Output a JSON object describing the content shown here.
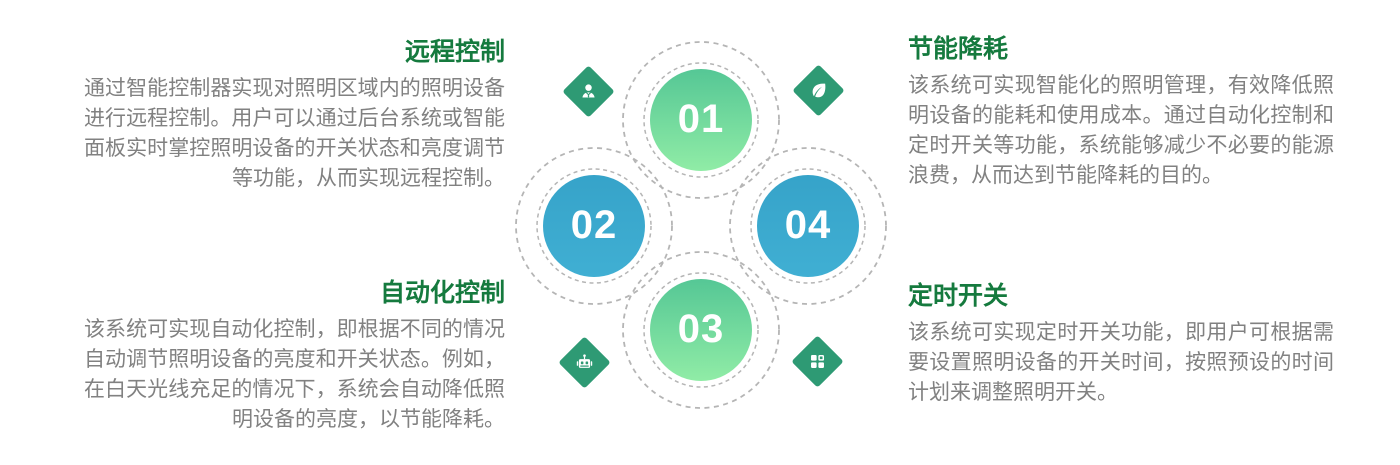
{
  "sections": [
    {
      "id": "remote-control",
      "title": "远程控制",
      "body": "通过智能控制器实现对照明区域内的照明设备进行远程控制。用户可以通过后台系统或智能面板实时掌控照明设备的开关状态和亮度调节等功能，从而实现远程控制。",
      "align": "right",
      "placement": "top-left"
    },
    {
      "id": "auto-control",
      "title": "自动化控制",
      "body": "该系统可实现自动化控制，即根据不同的情况自动调节照明设备的亮度和开关状态。例如，在白天光线充足的情况下，系统会自动降低照明设备的亮度，以节能降耗。",
      "align": "right",
      "placement": "bottom-left"
    },
    {
      "id": "energy-saving",
      "title": "节能降耗",
      "body": "该系统可实现智能化的照明管理，有效降低照明设备的能耗和使用成本。通过自动化控制和定时开关等功能，系统能够减少不必要的能源浪费，从而达到节能降耗的目的。",
      "align": "left",
      "placement": "top-right"
    },
    {
      "id": "timer-switch",
      "title": "定时开关",
      "body": "该系统可实现定时开关功能，即用户可根据需要设置照明设备的开关时间，按照预设的时间计划来调整照明开关。",
      "align": "left",
      "placement": "bottom-right"
    }
  ],
  "diagram": {
    "nodes": [
      {
        "number": "01",
        "position": "top",
        "style": "green"
      },
      {
        "number": "02",
        "position": "left",
        "style": "blue"
      },
      {
        "number": "03",
        "position": "bottom",
        "style": "green"
      },
      {
        "number": "04",
        "position": "right",
        "style": "blue"
      }
    ],
    "icons": [
      {
        "name": "user-icon",
        "position": "top-left"
      },
      {
        "name": "leaf-icon",
        "position": "top-right"
      },
      {
        "name": "robot-icon",
        "position": "bottom-left"
      },
      {
        "name": "grid-icon",
        "position": "bottom-right"
      }
    ]
  },
  "colors": {
    "heading_green": "#157a3e",
    "body_gray": "#818181",
    "node_green_top": "#55c795",
    "node_green_bottom": "#90eca6",
    "node_blue_top": "#36a3c9",
    "node_blue_bottom": "#40afd3",
    "diamond_green": "#2e9a74",
    "dash_gray": "#b5b5b5"
  }
}
